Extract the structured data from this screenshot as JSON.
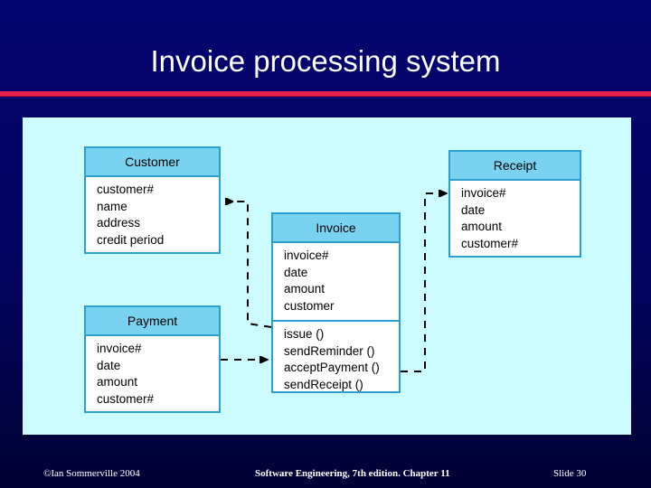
{
  "slide": {
    "title": "Invoice processing system",
    "background_color": "#030360",
    "rule_color": "#e8204e",
    "canvas_color": "#ccfcff"
  },
  "diagram": {
    "type": "uml-class-diagram",
    "header_color": "#79d2ef",
    "border_color": "#2a9fd0",
    "classes": [
      {
        "id": "customer",
        "name": "Customer",
        "attributes": [
          "customer#",
          "name",
          "address",
          "credit period"
        ],
        "operations": []
      },
      {
        "id": "payment",
        "name": "Payment",
        "attributes": [
          "invoice#",
          "date",
          "amount",
          "customer#"
        ],
        "operations": []
      },
      {
        "id": "invoice",
        "name": "Invoice",
        "attributes": [
          "invoice#",
          "date",
          "amount",
          "customer"
        ],
        "operations": [
          "issue ()",
          "sendReminder ()",
          "acceptPayment ()",
          "sendReceipt ()"
        ]
      },
      {
        "id": "receipt",
        "name": "Receipt",
        "attributes": [
          "invoice#",
          "date",
          "amount",
          "customer#"
        ],
        "operations": []
      }
    ],
    "connectors": [
      {
        "id": "invoice-to-customer",
        "from": "invoice",
        "to": "customer",
        "style": "dashed",
        "arrow": "open"
      },
      {
        "id": "payment-to-invoice",
        "from": "payment",
        "to": "invoice",
        "style": "dashed",
        "arrow": "open"
      },
      {
        "id": "invoice-to-receipt",
        "from": "invoice",
        "to": "receipt",
        "style": "dashed",
        "arrow": "open"
      }
    ]
  },
  "footer": {
    "copyright": "©Ian Sommerville 2004",
    "center": "Software Engineering, 7th edition. Chapter 11",
    "slide_number": "Slide  30"
  }
}
